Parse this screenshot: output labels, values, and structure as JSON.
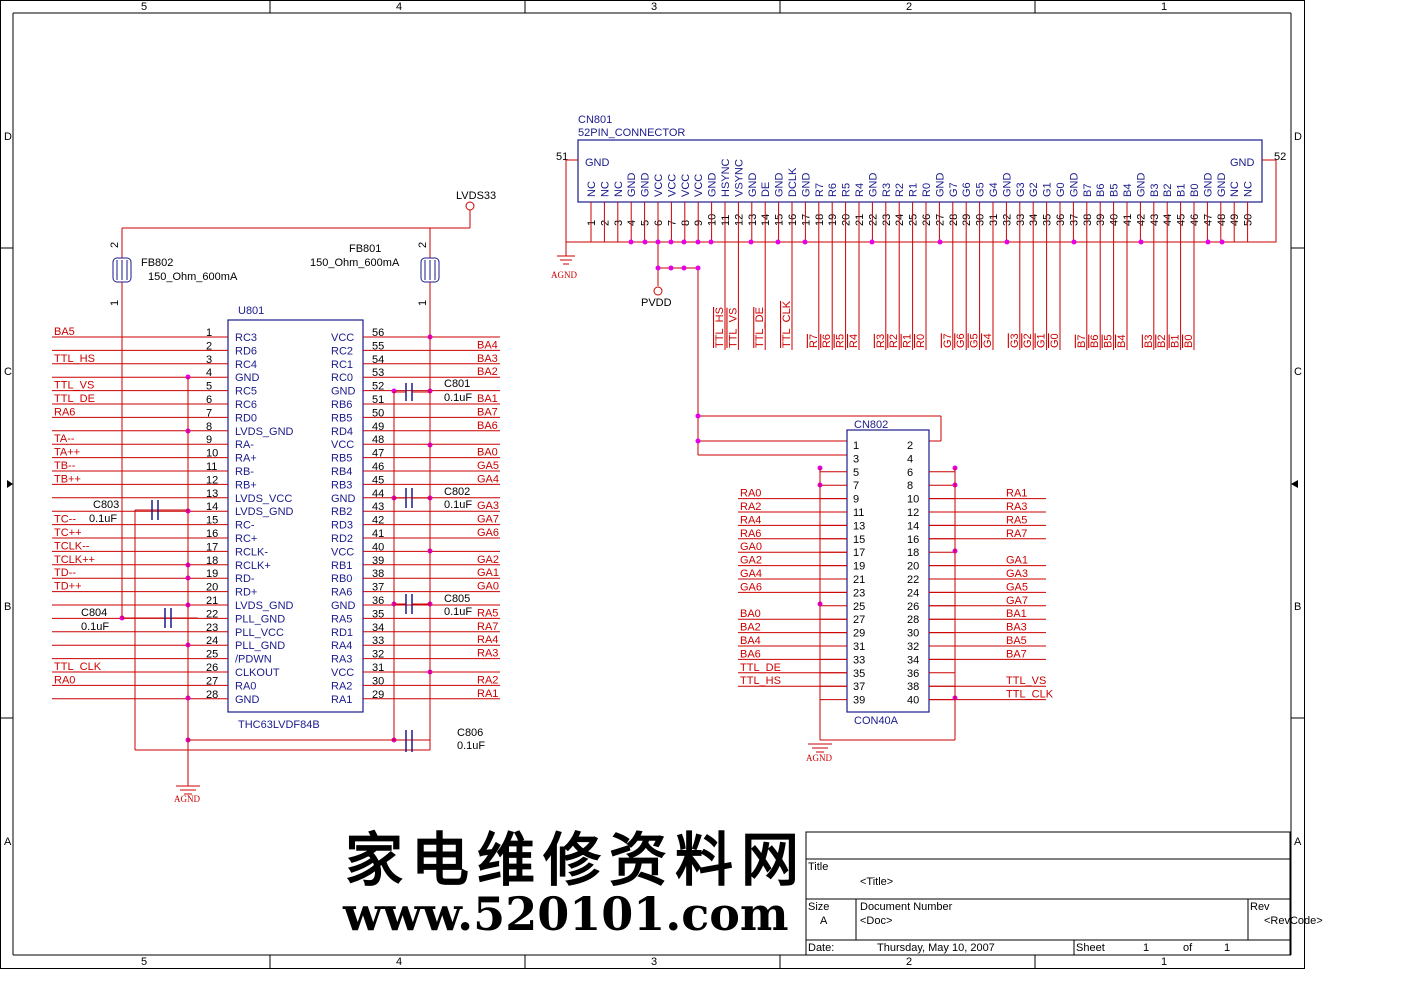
{
  "border": {
    "top_cols": [
      "5",
      "4",
      "3",
      "2",
      "1"
    ],
    "bottom_cols": [
      "5",
      "4",
      "3",
      "2",
      "1"
    ],
    "rows": [
      "D",
      "C",
      "B",
      "A"
    ]
  },
  "cn801": {
    "ref": "CN801",
    "value": "52PIN_CONNECTOR",
    "end_left_pin": "51",
    "end_right_pin": "52",
    "end_left_name": "GND",
    "end_right_name": "GND",
    "pin_names": [
      "NC",
      "NC",
      "NC",
      "GND",
      "GND",
      "VCC",
      "VCC",
      "VCC",
      "VCC",
      "GND",
      "HSYNC",
      "VSYNC",
      "GND",
      "DE",
      "GND",
      "DCLK",
      "GND",
      "R7",
      "R6",
      "R5",
      "R4",
      "GND",
      "R3",
      "R2",
      "R1",
      "R0",
      "GND",
      "G7",
      "G6",
      "G5",
      "G4",
      "GND",
      "G3",
      "G2",
      "G1",
      "G0",
      "GND",
      "B7",
      "B6",
      "B5",
      "B4",
      "GND",
      "B3",
      "B2",
      "B1",
      "B0",
      "GND",
      "GND",
      "NC",
      "NC"
    ],
    "pin_numbers": [
      "1",
      "2",
      "3",
      "4",
      "5",
      "6",
      "7",
      "8",
      "9",
      "10",
      "11",
      "12",
      "13",
      "14",
      "15",
      "16",
      "17",
      "18",
      "19",
      "20",
      "21",
      "22",
      "23",
      "24",
      "25",
      "26",
      "27",
      "28",
      "29",
      "30",
      "31",
      "32",
      "33",
      "34",
      "35",
      "36",
      "37",
      "38",
      "39",
      "40",
      "41",
      "42",
      "43",
      "44",
      "45",
      "46",
      "47",
      "48",
      "49",
      "50"
    ],
    "nets": [
      {
        "pin": 11,
        "name": "TTL_HS"
      },
      {
        "pin": 12,
        "name": "TTL_VS"
      },
      {
        "pin": 14,
        "name": "TTL_DE"
      },
      {
        "pin": 16,
        "name": "TTL_CLK"
      },
      {
        "pin": 18,
        "name": "R7"
      },
      {
        "pin": 19,
        "name": "R6"
      },
      {
        "pin": 20,
        "name": "R5"
      },
      {
        "pin": 21,
        "name": "R4"
      },
      {
        "pin": 23,
        "name": "R3"
      },
      {
        "pin": 24,
        "name": "R2"
      },
      {
        "pin": 25,
        "name": "R1"
      },
      {
        "pin": 26,
        "name": "R0"
      },
      {
        "pin": 28,
        "name": "G7"
      },
      {
        "pin": 29,
        "name": "G6"
      },
      {
        "pin": 30,
        "name": "G5"
      },
      {
        "pin": 31,
        "name": "G4"
      },
      {
        "pin": 33,
        "name": "G3"
      },
      {
        "pin": 34,
        "name": "G2"
      },
      {
        "pin": 35,
        "name": "G1"
      },
      {
        "pin": 36,
        "name": "G0"
      },
      {
        "pin": 38,
        "name": "B7"
      },
      {
        "pin": 39,
        "name": "B6"
      },
      {
        "pin": 40,
        "name": "B5"
      },
      {
        "pin": 41,
        "name": "B4"
      },
      {
        "pin": 43,
        "name": "B3"
      },
      {
        "pin": 44,
        "name": "B2"
      },
      {
        "pin": 45,
        "name": "B1"
      },
      {
        "pin": 46,
        "name": "B0"
      }
    ]
  },
  "power": {
    "lvds33": "LVDS33",
    "pvdd": "PVDD",
    "agnd": "AGND"
  },
  "fb802": {
    "ref": "FB802",
    "value": "150_Ohm_600mA",
    "pin_top": "2",
    "pin_bot": "1"
  },
  "fb801": {
    "ref": "FB801",
    "value": "150_Ohm_600mA",
    "pin_top": "2",
    "pin_bot": "1"
  },
  "u801": {
    "ref": "U801",
    "part": "THC63LVDF84B",
    "left_pins": [
      {
        "num": "1",
        "name": "RC3",
        "net": "BA5"
      },
      {
        "num": "2",
        "name": "RD6",
        "net": ""
      },
      {
        "num": "3",
        "name": "RC4",
        "net": "TTL_HS"
      },
      {
        "num": "4",
        "name": "GND",
        "net": ""
      },
      {
        "num": "5",
        "name": "RC5",
        "net": "TTL_VS"
      },
      {
        "num": "6",
        "name": "RC6",
        "net": "TTL_DE"
      },
      {
        "num": "7",
        "name": "RD0",
        "net": "RA6"
      },
      {
        "num": "8",
        "name": "LVDS_GND",
        "net": ""
      },
      {
        "num": "9",
        "name": "RA-",
        "net": "TA--"
      },
      {
        "num": "10",
        "name": "RA+",
        "net": "TA++"
      },
      {
        "num": "11",
        "name": "RB-",
        "net": "TB--"
      },
      {
        "num": "12",
        "name": "RB+",
        "net": "TB++"
      },
      {
        "num": "13",
        "name": "LVDS_VCC",
        "net": ""
      },
      {
        "num": "14",
        "name": "LVDS_GND",
        "net": ""
      },
      {
        "num": "15",
        "name": "RC-",
        "net": "TC--"
      },
      {
        "num": "16",
        "name": "RC+",
        "net": "TC++"
      },
      {
        "num": "17",
        "name": "RCLK-",
        "net": "TCLK--"
      },
      {
        "num": "18",
        "name": "RCLK+",
        "net": "TCLK++"
      },
      {
        "num": "19",
        "name": "RD-",
        "net": "TD--"
      },
      {
        "num": "20",
        "name": "RD+",
        "net": "TD++"
      },
      {
        "num": "21",
        "name": "LVDS_GND",
        "net": ""
      },
      {
        "num": "22",
        "name": "PLL_GND",
        "net": ""
      },
      {
        "num": "23",
        "name": "PLL_VCC",
        "net": ""
      },
      {
        "num": "24",
        "name": "PLL_GND",
        "net": ""
      },
      {
        "num": "25",
        "name": "/PDWN",
        "net": ""
      },
      {
        "num": "26",
        "name": "CLKOUT",
        "net": "TTL_CLK"
      },
      {
        "num": "27",
        "name": "RA0",
        "net": "RA0"
      },
      {
        "num": "28",
        "name": "GND",
        "net": ""
      }
    ],
    "right_pins": [
      {
        "num": "56",
        "name": "VCC",
        "net": ""
      },
      {
        "num": "55",
        "name": "RC2",
        "net": "BA4"
      },
      {
        "num": "54",
        "name": "RC1",
        "net": "BA3"
      },
      {
        "num": "53",
        "name": "RC0",
        "net": "BA2"
      },
      {
        "num": "52",
        "name": "GND",
        "net": ""
      },
      {
        "num": "51",
        "name": "RB6",
        "net": "BA1"
      },
      {
        "num": "50",
        "name": "RB5",
        "net": "BA7"
      },
      {
        "num": "49",
        "name": "RD4",
        "net": "BA6"
      },
      {
        "num": "48",
        "name": "VCC",
        "net": ""
      },
      {
        "num": "47",
        "name": "RB5",
        "net": "BA0"
      },
      {
        "num": "46",
        "name": "RB4",
        "net": "GA5"
      },
      {
        "num": "45",
        "name": "RB3",
        "net": "GA4"
      },
      {
        "num": "44",
        "name": "GND",
        "net": ""
      },
      {
        "num": "43",
        "name": "RB2",
        "net": "GA3"
      },
      {
        "num": "42",
        "name": "RD3",
        "net": "GA7"
      },
      {
        "num": "41",
        "name": "RD2",
        "net": "GA6"
      },
      {
        "num": "40",
        "name": "VCC",
        "net": ""
      },
      {
        "num": "39",
        "name": "RB1",
        "net": "GA2"
      },
      {
        "num": "38",
        "name": "RB0",
        "net": "GA1"
      },
      {
        "num": "37",
        "name": "RA6",
        "net": "GA0"
      },
      {
        "num": "36",
        "name": "GND",
        "net": ""
      },
      {
        "num": "35",
        "name": "RA5",
        "net": "RA5"
      },
      {
        "num": "34",
        "name": "RD1",
        "net": "RA7"
      },
      {
        "num": "33",
        "name": "RA4",
        "net": "RA4"
      },
      {
        "num": "32",
        "name": "RA3",
        "net": "RA3"
      },
      {
        "num": "31",
        "name": "VCC",
        "net": ""
      },
      {
        "num": "30",
        "name": "RA2",
        "net": "RA2"
      },
      {
        "num": "29",
        "name": "RA1",
        "net": "RA1"
      }
    ]
  },
  "caps": {
    "c801": {
      "ref": "C801",
      "value": "0.1uF"
    },
    "c802": {
      "ref": "C802",
      "value": "0.1uF"
    },
    "c803": {
      "ref": "C803",
      "value": "0.1uF"
    },
    "c804": {
      "ref": "C804",
      "value": "0.1uF"
    },
    "c805": {
      "ref": "C805",
      "value": "0.1uF"
    },
    "c806": {
      "ref": "C806",
      "value": "0.1uF"
    }
  },
  "cn802": {
    "ref": "CN802",
    "part": "CON40A",
    "rows": [
      {
        "l": "1",
        "r": "2",
        "ln": "",
        "rn": ""
      },
      {
        "l": "3",
        "r": "4",
        "ln": "",
        "rn": ""
      },
      {
        "l": "5",
        "r": "6",
        "ln": "",
        "rn": ""
      },
      {
        "l": "7",
        "r": "8",
        "ln": "",
        "rn": ""
      },
      {
        "l": "9",
        "r": "10",
        "ln": "RA0",
        "rn": "RA1"
      },
      {
        "l": "11",
        "r": "12",
        "ln": "RA2",
        "rn": "RA3"
      },
      {
        "l": "13",
        "r": "14",
        "ln": "RA4",
        "rn": "RA5"
      },
      {
        "l": "15",
        "r": "16",
        "ln": "RA6",
        "rn": "RA7"
      },
      {
        "l": "17",
        "r": "18",
        "ln": "GA0",
        "rn": ""
      },
      {
        "l": "19",
        "r": "20",
        "ln": "GA2",
        "rn": "GA1"
      },
      {
        "l": "21",
        "r": "22",
        "ln": "GA4",
        "rn": "GA3"
      },
      {
        "l": "23",
        "r": "24",
        "ln": "GA6",
        "rn": "GA5"
      },
      {
        "l": "25",
        "r": "26",
        "ln": "",
        "rn": "GA7"
      },
      {
        "l": "27",
        "r": "28",
        "ln": "BA0",
        "rn": "BA1"
      },
      {
        "l": "29",
        "r": "30",
        "ln": "BA2",
        "rn": "BA3"
      },
      {
        "l": "31",
        "r": "32",
        "ln": "BA4",
        "rn": "BA5"
      },
      {
        "l": "33",
        "r": "34",
        "ln": "BA6",
        "rn": "BA7"
      },
      {
        "l": "35",
        "r": "36",
        "ln": "TTL_DE",
        "rn": ""
      },
      {
        "l": "37",
        "r": "38",
        "ln": "TTL_HS",
        "rn": "TTL_VS"
      },
      {
        "l": "39",
        "r": "40",
        "ln": "",
        "rn": "TTL_CLK"
      }
    ]
  },
  "watermark": {
    "chinese": "家电维修资料网",
    "url": "www.520101.com"
  },
  "titleblock": {
    "title_label": "Title",
    "title_value": "<Title>",
    "size_label": "Size",
    "size_value": "A",
    "docnum_label": "Document Number",
    "docnum_value": "<Doc>",
    "rev_label": "Rev",
    "rev_value": "<RevCode>",
    "date_label": "Date:",
    "date_value": "Thursday, May 10, 2007",
    "sheet_label": "Sheet",
    "sheet_value": "1",
    "of_label": "of",
    "of_value": "1"
  }
}
